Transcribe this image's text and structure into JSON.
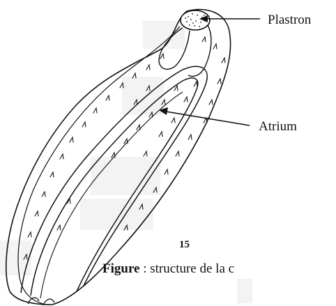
{
  "labels": {
    "plastron": "Plastron",
    "atrium": "Atrium"
  },
  "page_number": "15",
  "caption": {
    "prefix": "Figure",
    "text": " : structure de la c"
  },
  "colors": {
    "ink": "#111111",
    "paper": "#ffffff",
    "scan_shading": "#eeeeee"
  }
}
